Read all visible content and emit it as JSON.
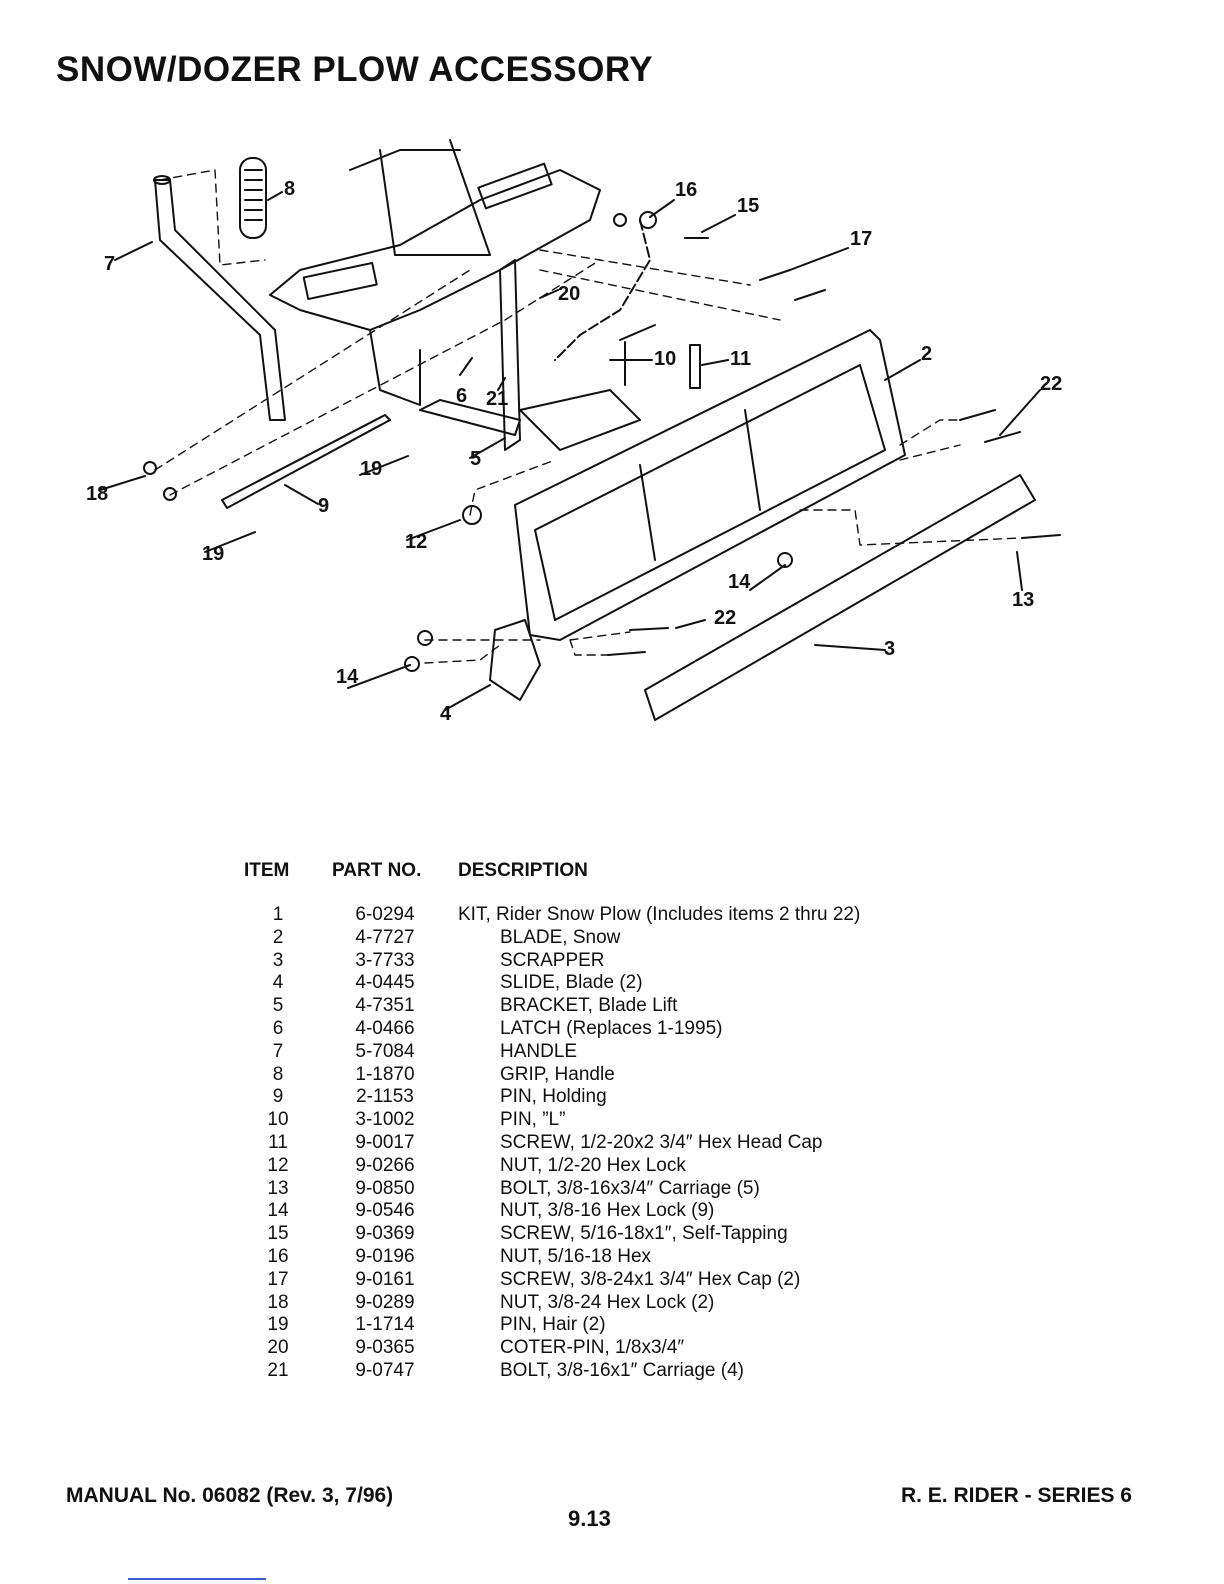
{
  "title": "SNOW/DOZER PLOW ACCESSORY",
  "diagram": {
    "callouts": [
      "8",
      "16",
      "15",
      "17",
      "7",
      "20",
      "10",
      "11",
      "2",
      "22",
      "6",
      "21",
      "18",
      "19",
      "5",
      "9",
      "12",
      "13",
      "14",
      "22",
      "14",
      "3",
      "4",
      "19"
    ]
  },
  "table": {
    "headers": {
      "item": "ITEM",
      "part_no": "PART NO.",
      "description": "DESCRIPTION"
    },
    "rows": [
      {
        "item": "1",
        "part_no": "6-0294",
        "description": "KIT, Rider Snow Plow (Includes items 2 thru 22)"
      },
      {
        "item": "2",
        "part_no": "4-7727",
        "description": "BLADE, Snow"
      },
      {
        "item": "3",
        "part_no": "3-7733",
        "description": "SCRAPPER"
      },
      {
        "item": "4",
        "part_no": "4-0445",
        "description": "SLIDE, Blade (2)"
      },
      {
        "item": "5",
        "part_no": "4-7351",
        "description": "BRACKET, Blade Lift"
      },
      {
        "item": "6",
        "part_no": "4-0466",
        "description": "LATCH (Replaces 1-1995)"
      },
      {
        "item": "7",
        "part_no": "5-7084",
        "description": "HANDLE"
      },
      {
        "item": "8",
        "part_no": "1-1870",
        "description": "GRIP, Handle"
      },
      {
        "item": "9",
        "part_no": "2-1153",
        "description": "PIN, Holding"
      },
      {
        "item": "10",
        "part_no": "3-1002",
        "description": "PIN, ”L”"
      },
      {
        "item": "11",
        "part_no": "9-0017",
        "description": "SCREW, 1/2-20x2 3/4″ Hex Head Cap"
      },
      {
        "item": "12",
        "part_no": "9-0266",
        "description": "NUT, 1/2-20 Hex Lock"
      },
      {
        "item": "13",
        "part_no": "9-0850",
        "description": "BOLT, 3/8-16x3/4″ Carriage (5)"
      },
      {
        "item": "14",
        "part_no": "9-0546",
        "description": "NUT, 3/8-16 Hex Lock (9)"
      },
      {
        "item": "15",
        "part_no": "9-0369",
        "description": "SCREW, 5/16-18x1″, Self-Tapping"
      },
      {
        "item": "16",
        "part_no": "9-0196",
        "description": "NUT, 5/16-18 Hex"
      },
      {
        "item": "17",
        "part_no": "9-0161",
        "description": "SCREW, 3/8-24x1 3/4″ Hex Cap (2)"
      },
      {
        "item": "18",
        "part_no": "9-0289",
        "description": "NUT, 3/8-24 Hex Lock (2)"
      },
      {
        "item": "19",
        "part_no": "1-1714",
        "description": "PIN, Hair (2)"
      },
      {
        "item": "20",
        "part_no": "9-0365",
        "description": "COTER-PIN, 1/8x3/4″"
      },
      {
        "item": "21",
        "part_no": "9-0747",
        "description": "BOLT, 3/8-16x1″ Carriage (4)"
      }
    ]
  },
  "footer": {
    "manual": "MANUAL No. 06082 (Rev. 3, 7/96)",
    "series": "R. E. RIDER - SERIES 6",
    "page": "9.13"
  }
}
